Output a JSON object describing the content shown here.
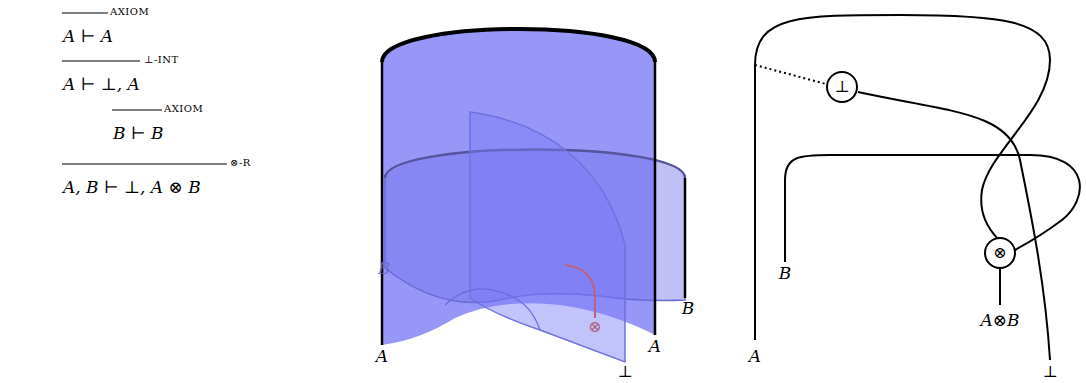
{
  "diagram": {
    "nodes": [
      {
        "text": [
          "⊥"
        ]
      },
      {
        "text": [
          "⊗"
        ]
      }
    ],
    "labels": [
      "AXIOM",
      "A ⊢ A",
      "⊥-INT",
      "A ⊢ ⊥, A",
      "AXIOM",
      "B ⊢ B",
      "A, B ⊢ ⊥, A ⊗ B",
      "⊗-R",
      "B",
      "⊗",
      "A",
      "A",
      "B",
      "⊥",
      "A",
      "B",
      "A⊗B",
      "⊥"
    ]
  }
}
